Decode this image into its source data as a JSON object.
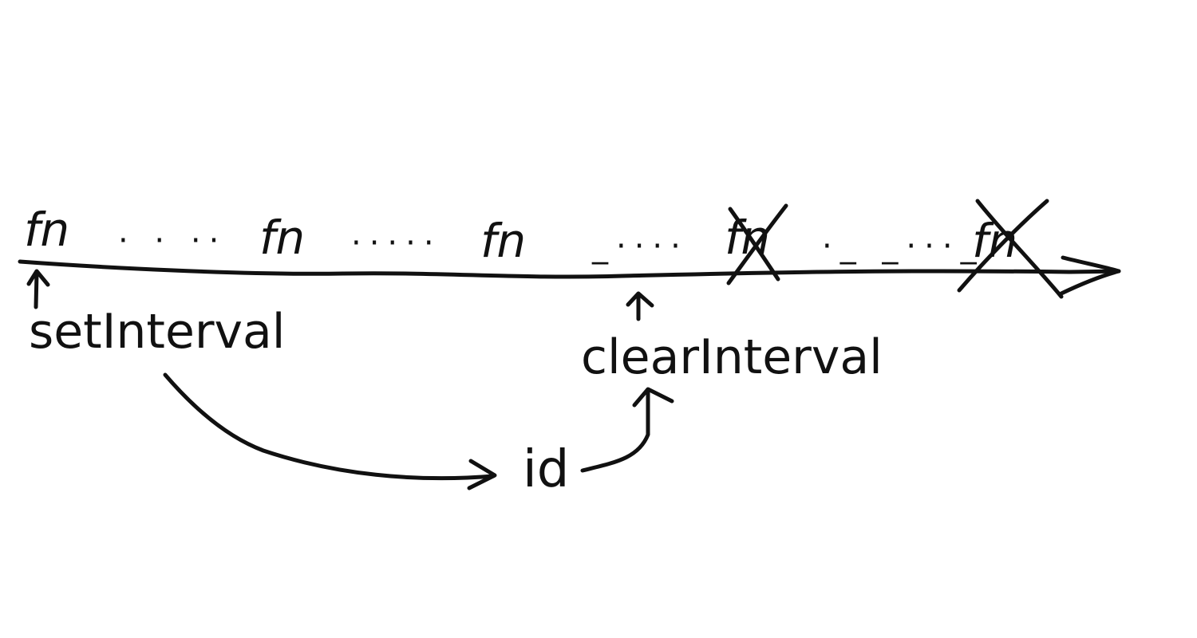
{
  "labels": {
    "fn_1": "fn",
    "fn_2": "fn",
    "fn_3": "fn",
    "fn_4": "fn",
    "fn_5": "fn",
    "set_interval": "setInterval",
    "clear_interval": "clearInterval",
    "id": "id"
  },
  "ink_color": "#111111"
}
